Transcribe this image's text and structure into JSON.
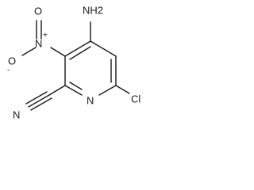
{
  "structure": {
    "atoms": {
      "amino": "NH2",
      "ring_nitrogen": "N",
      "chloro": "Cl",
      "nitrile_nitrogen": "N",
      "nitro_nitrogen": "N",
      "nitro_oxygen_top": "O",
      "nitro_oxygen_left": "O"
    },
    "charges": {
      "nitro_nitrogen": "+",
      "nitro_oxygen_left": "-"
    }
  }
}
